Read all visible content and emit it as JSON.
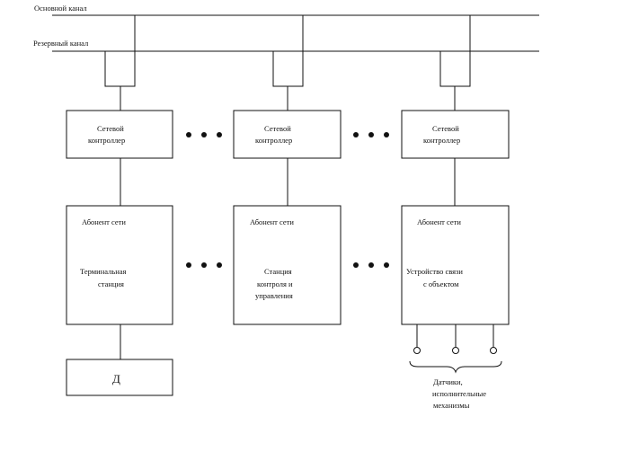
{
  "channels": {
    "main_label": "Основной канал",
    "reserve_label": "Резервный канал"
  },
  "controllers": [
    {
      "line1": "Сетевой",
      "line2": "контроллер"
    },
    {
      "line1": "Сетевой",
      "line2": "контроллер"
    },
    {
      "line1": "Сетевой",
      "line2": "контроллер"
    }
  ],
  "subscribers": [
    {
      "title": "Абонент сети",
      "line1": "Терминальная",
      "line2": "станция",
      "line3": ""
    },
    {
      "title": "Абонент сети",
      "line1": "Станция",
      "line2": "контроля и",
      "line3": "управления"
    },
    {
      "title": "Абонент сети",
      "line1": "Устройство связи",
      "line2": "с объектом",
      "line3": ""
    }
  ],
  "display_box": {
    "label": "Д"
  },
  "sensors_caption": {
    "line1": "Датчики,",
    "line2": "исполнительные",
    "line3": "механизмы"
  },
  "colors": {
    "stroke": "#111111",
    "background": "#ffffff"
  }
}
